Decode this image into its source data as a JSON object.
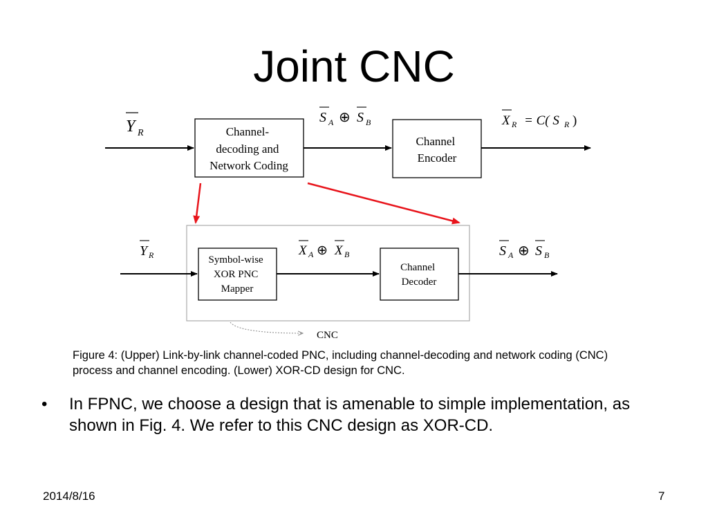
{
  "slide": {
    "title": "Joint CNC",
    "footer_date": "2014/8/16",
    "page_number": "7"
  },
  "upper": {
    "input_label": {
      "base": "Y",
      "sub": "R"
    },
    "block1_lines": [
      "Channel-",
      "decoding and",
      "Network Coding"
    ],
    "mid_label": {
      "left": "S",
      "left_sub": "A",
      "op": "⊕",
      "right": "S",
      "right_sub": "B"
    },
    "block2_lines": [
      "Channel",
      "Encoder"
    ],
    "output_label": {
      "base": "X",
      "sub": "R",
      "rhs": "= C( S",
      "rhs_sub": "R",
      "close": ")"
    }
  },
  "lower": {
    "input_label": {
      "base": "Y",
      "sub": "R"
    },
    "block1_lines": [
      "Symbol-wise",
      "XOR PNC",
      "Mapper"
    ],
    "mid_label": {
      "left": "X",
      "left_sub": "A",
      "op": "⊕",
      "right": "X",
      "right_sub": "B"
    },
    "block2_lines": [
      "Channel",
      "Decoder"
    ],
    "output_label": {
      "left": "S",
      "left_sub": "A",
      "op": "⊕",
      "right": "S",
      "right_sub": "B"
    },
    "group_label": "CNC"
  },
  "colors": {
    "highlight_arrow": "#e8141b",
    "group_border": "#aaaaaa",
    "line": "#000000"
  },
  "caption": "Figure 4: (Upper) Link-by-link channel-coded PNC, including channel-decoding and network coding (CNC) process and channel encoding. (Lower) XOR-CD design for CNC.",
  "bullet": {
    "marker": "•",
    "text": "In FPNC, we choose a design that is amenable to simple implementation, as shown in Fig. 4. We refer to this CNC design as XOR-CD."
  }
}
